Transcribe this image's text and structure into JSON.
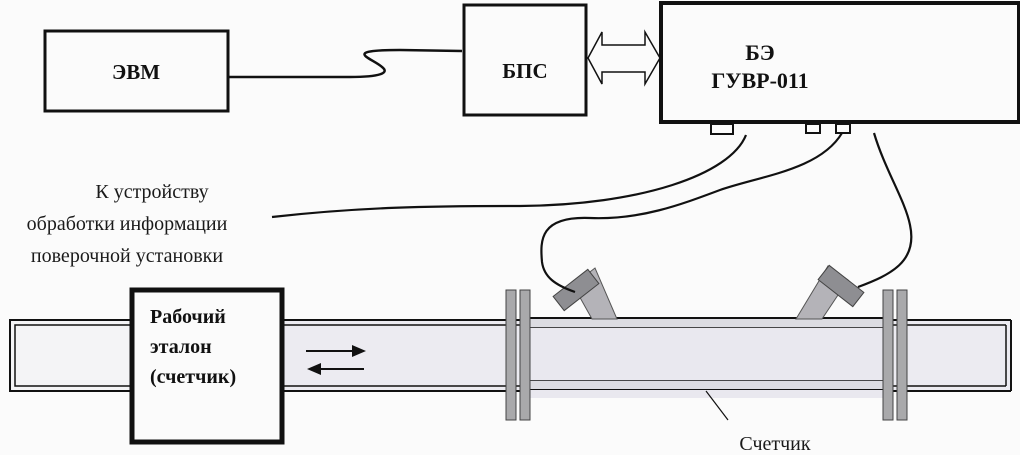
{
  "diagram": {
    "blocks": {
      "evm": {
        "label": "ЭВМ"
      },
      "bps": {
        "label": "БПС"
      },
      "be": {
        "line1": "БЭ",
        "line2": "ГУВР-011"
      },
      "reference": {
        "line1": "Рабочий",
        "line2": "эталон",
        "line3": "(счетчик)"
      }
    },
    "annotations": {
      "processing": {
        "line1": "К устройству",
        "line2": "обработки информации",
        "line3": "поверочной установки"
      },
      "meter": "Счетчик"
    },
    "flow_direction": "bidirectional",
    "colors": {
      "stroke": "#111111",
      "background": "#fbfbfb",
      "pipe_fill": "#ecebf1",
      "flange_fill": "#a9a9ab",
      "sensor_head_fill": "#8e8e92",
      "sensor_body_fill": "#b4b3b8"
    }
  }
}
